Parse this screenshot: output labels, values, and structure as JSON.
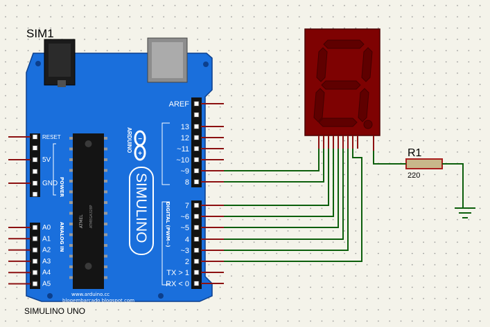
{
  "colors": {
    "canvas_bg": "#f4f3ea",
    "grid_dot": "#8f8f8f",
    "board_blue": "#1a6fdc",
    "board_outline": "#0c3f8c",
    "header_black": "#121212",
    "wire_green": "#0b5e0b",
    "pin_red": "#8b1010",
    "segment_case": "#7e0202",
    "segment_off": "#5f0000",
    "resistor_red": "#a81c1c",
    "ground_green": "#0b5e0b"
  },
  "arduino": {
    "ref": "SIM1",
    "part": "SIMULINO UNO",
    "brand": "SIMULINO",
    "logo_text": "ARDUINO",
    "footer_line1": "www.arduino.cc",
    "footer_line2": "blogembarcado.blogspot.com",
    "chip_text1": "ATMEL",
    "chip_text2": "ATMEGA328P",
    "power_title": "POWER",
    "analog_title": "ANALOG IN",
    "digital_title": "DIGITAL (PWM~)",
    "power_pins": [
      "RESET",
      "5V",
      "GND"
    ],
    "analog_pins": [
      "A0",
      "A1",
      "A2",
      "A3",
      "A4",
      "A5"
    ],
    "digital_top": [
      "AREF",
      "13",
      "12",
      "~11",
      "~10",
      "~9",
      "8"
    ],
    "digital_bottom": [
      "7",
      "~6",
      "~5",
      "4",
      "~3",
      "2",
      "TX > 1",
      "RX < 0"
    ],
    "icon": "usb-connector-icon"
  },
  "display": {
    "type": "7-segment display",
    "segments_lit": 0,
    "icon": "seven-segment-icon"
  },
  "resistor": {
    "ref": "R1",
    "value": "220"
  },
  "ground": {
    "icon": "ground-icon"
  }
}
